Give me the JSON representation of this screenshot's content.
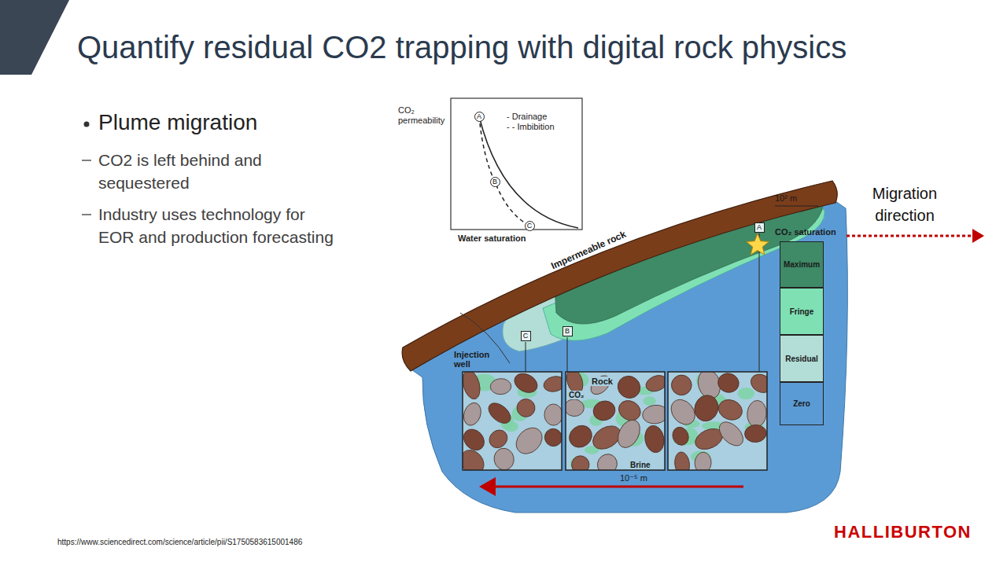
{
  "diagram": {
    "title": "Quantify residual CO2 trapping with digital rock physics",
    "nodes": [
      {
        "text": [
          "A"
        ]
      },
      {
        "text": [
          "B"
        ]
      },
      {
        "text": [
          "C"
        ]
      },
      {
        "text": [
          "A"
        ]
      },
      {
        "text": [
          "B"
        ]
      },
      {
        "text": [
          "C"
        ]
      }
    ],
    "labels": [
      "Plume migration",
      "CO2 is left behind and sequestered",
      "Industry uses technology for EOR and production forecasting",
      "CO₂ permeability",
      "- Drainage",
      "- - Imbibition",
      "Water saturation",
      "Impermeable rock",
      "10² m",
      "CO₂ saturation",
      "Injection well",
      "Rock",
      "CO₂",
      "Brine",
      "10⁻⁵ m",
      "Migration direction",
      "https://www.sciencedirect.com/science/article/pii/S1750583615001486",
      "HALLIBURTON"
    ],
    "legend": [
      {
        "text": "Maximum",
        "color": "#3f8a67"
      },
      {
        "text": "Fringe",
        "color": "#7fe0b4"
      },
      {
        "text": "Residual",
        "color": "#b3ddd7"
      },
      {
        "text": "Zero",
        "color": "#5b9bd5"
      }
    ]
  }
}
